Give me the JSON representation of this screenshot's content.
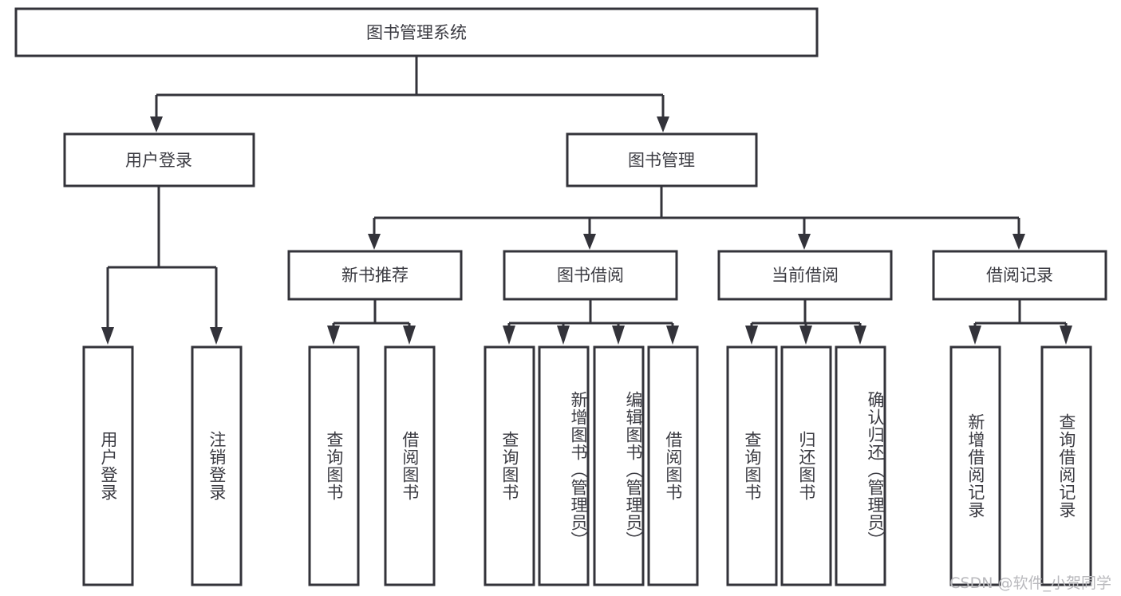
{
  "diagram": {
    "title": "图书管理系统",
    "type": "tree-hierarchy",
    "root": {
      "id": "root",
      "label": "图书管理系统"
    },
    "level2": [
      {
        "id": "user-login",
        "label": "用户登录"
      },
      {
        "id": "book-manage",
        "label": "图书管理"
      }
    ],
    "level3": [
      {
        "id": "new-book-recommend",
        "label": "新书推荐",
        "parent": "book-manage"
      },
      {
        "id": "book-borrow",
        "label": "图书借阅",
        "parent": "book-manage"
      },
      {
        "id": "current-borrow",
        "label": "当前借阅",
        "parent": "book-manage"
      },
      {
        "id": "borrow-record",
        "label": "借阅记录",
        "parent": "book-manage"
      }
    ],
    "leaves": {
      "user-login": [
        {
          "id": "leaf-user-login",
          "label": "用户登录"
        },
        {
          "id": "leaf-logout-login",
          "label": "注销登录"
        }
      ],
      "new-book-recommend": [
        {
          "id": "leaf-query-book-1",
          "label": "查询图书"
        },
        {
          "id": "leaf-borrow-book-1",
          "label": "借阅图书"
        }
      ],
      "book-borrow": [
        {
          "id": "leaf-query-book-2",
          "label": "查询图书"
        },
        {
          "id": "leaf-add-book",
          "label": "新增图书（管理员）"
        },
        {
          "id": "leaf-edit-book",
          "label": "编辑图书（管理员）"
        },
        {
          "id": "leaf-borrow-book-2",
          "label": "借阅图书"
        }
      ],
      "current-borrow": [
        {
          "id": "leaf-query-book-3",
          "label": "查询图书"
        },
        {
          "id": "leaf-return-book",
          "label": "归还图书"
        },
        {
          "id": "leaf-confirm-return",
          "label": "确认归还（管理员）"
        }
      ],
      "borrow-record": [
        {
          "id": "leaf-add-record",
          "label": "新增借阅记录"
        },
        {
          "id": "leaf-query-record",
          "label": "查询借阅记录"
        }
      ]
    }
  },
  "watermark": {
    "text": "CSDN @软件_小贺同学"
  },
  "colors": {
    "stroke": "#33333a",
    "box_fill": "#ffffff",
    "text": "#3b3b42",
    "watermark": "#b9b9bd",
    "background": "#ffffff"
  }
}
